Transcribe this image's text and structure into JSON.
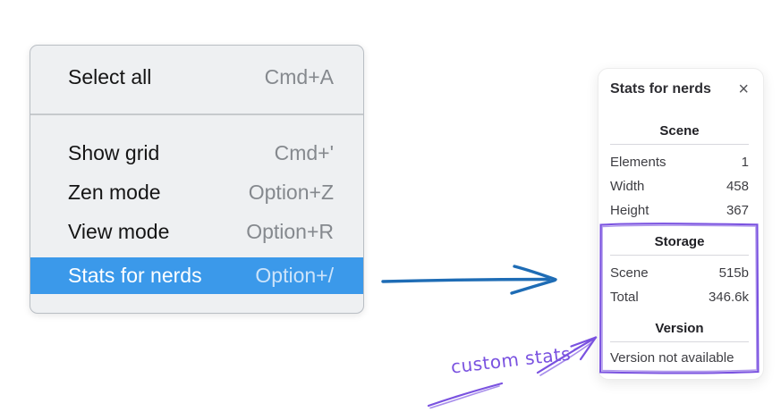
{
  "colors": {
    "menu_highlight_blue": "#3b99ea",
    "menu_background": "#eef0f2",
    "flow_arrow_blue": "#1e6cb5",
    "annotation_purple": "#7a52e0",
    "panel_background": "#ffffff"
  },
  "menu": {
    "selected_item": "Stats for nerds",
    "items": [
      {
        "label": "Select all",
        "shortcut": "Cmd+A"
      },
      {
        "label": "Show grid",
        "shortcut": "Cmd+'"
      },
      {
        "label": "Zen mode",
        "shortcut": "Option+Z"
      },
      {
        "label": "View mode",
        "shortcut": "Option+R"
      },
      {
        "label": "Stats for nerds",
        "shortcut": "Option+/"
      }
    ]
  },
  "stats_panel": {
    "title": "Stats for nerds",
    "scene": {
      "heading": "Scene",
      "rows": [
        {
          "label": "Elements",
          "value": "1"
        },
        {
          "label": "Width",
          "value": "458"
        },
        {
          "label": "Height",
          "value": "367"
        }
      ]
    },
    "storage": {
      "heading": "Storage",
      "rows": [
        {
          "label": "Scene",
          "value": "515b"
        },
        {
          "label": "Total",
          "value": "346.6k"
        }
      ]
    },
    "version": {
      "heading": "Version",
      "note": "Version not available"
    }
  },
  "annotation": {
    "label": "custom stats"
  },
  "icons": {
    "close": "×"
  }
}
